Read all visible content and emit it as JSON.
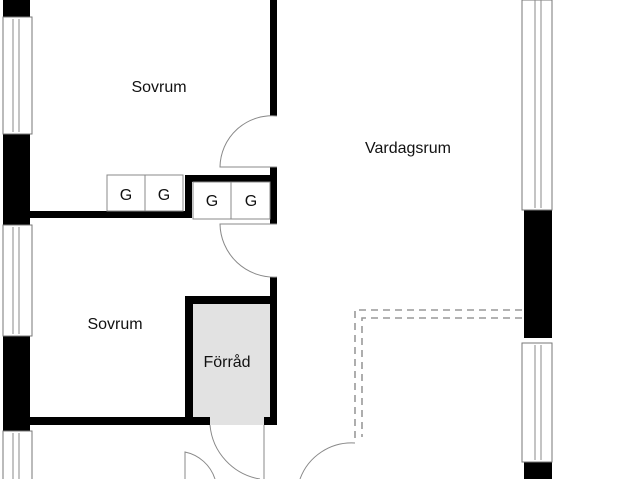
{
  "rooms": {
    "bedroom_top": "Sovrum",
    "living_room": "Vardagsrum",
    "bedroom_bottom": "Sovrum",
    "storage": "Förråd"
  },
  "wardrobes": [
    "G",
    "G",
    "G",
    "G"
  ],
  "colors": {
    "wall": "#000000",
    "storage_fill": "#e2e2e2",
    "dashed_outline": "#999999"
  }
}
